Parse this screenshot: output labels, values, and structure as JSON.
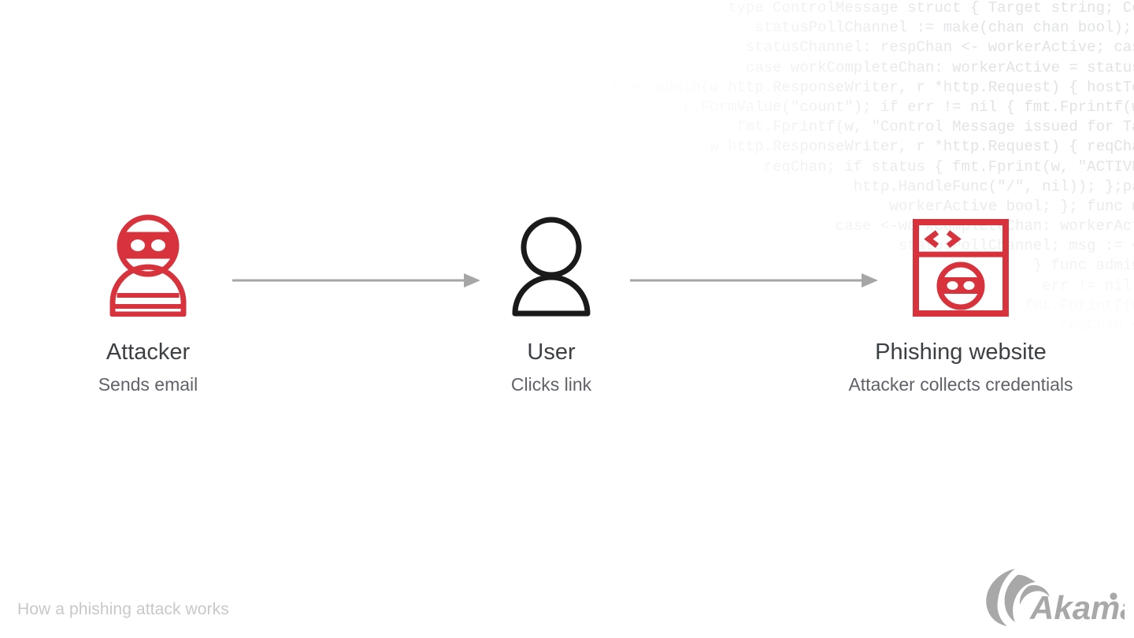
{
  "background": {
    "canvas_color": "#ffffff",
    "code_text_color": "#9aa0a6",
    "code_lines": [
      "type ControlMessage struct { Target string; Cou",
      "statusPollChannel := make(chan chan bool); w",
      "statusChannel: respChan <- workerActive; case",
      "case workCompleteChan: workerActive = status;",
      "func admin(w http.ResponseWriter, r *http.Request) { hostTok",
      "r.FormValue(\"count\"); if err != nil { fmt.Fprintf(w,",
      "fmt.Fprintf(w, \"Control Message issued for Tar",
      "w http.ResponseWriter, r *http.Request) { reqChan",
      "reqChan; if status { fmt.Fprint(w, \"ACTIVE\"",
      "http.HandleFunc(\"/\", nil)); };pac",
      "workerActive bool; }; func ma",
      "case <-workCompleteChan: workerActi",
      "statusPollChannel; msg := <-",
      "} func admin(",
      "err != nil {",
      "fmt.Fprintf(w,",
      "reqChan <-",
      "} }"
    ]
  },
  "flow": {
    "accent_red": "#d8323c",
    "icon_dark": "#1a1a1a",
    "arrow_color": "#a6a6a6",
    "nodes": [
      {
        "id": "attacker",
        "icon": "masked-attacker-icon",
        "title": "Attacker",
        "subtitle": "Sends email"
      },
      {
        "id": "user",
        "icon": "person-icon",
        "title": "User",
        "subtitle": "Clicks link"
      },
      {
        "id": "phishing-website",
        "icon": "browser-window-masked-face-icon",
        "title": "Phishing website",
        "subtitle": "Attacker collects credentials"
      }
    ],
    "arrows": [
      {
        "id": "arrow-attacker-to-user",
        "direction": "right"
      },
      {
        "id": "arrow-user-to-site",
        "direction": "right"
      }
    ]
  },
  "footer": {
    "caption": "How a phishing attack works",
    "caption_color": "#c6c8ca",
    "logo_text": "Akamai",
    "logo_color": "#a8a8a8"
  }
}
